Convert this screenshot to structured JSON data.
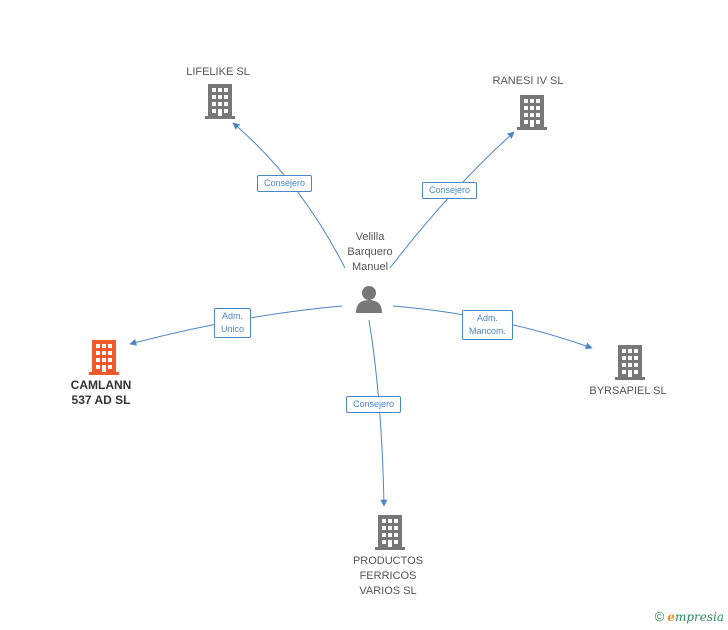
{
  "center": {
    "label": "Velilla\nBarquero\nManuel",
    "icon": "person-icon"
  },
  "companies": {
    "lifelike": {
      "label": "LIFELIKE SL",
      "icon": "building-icon"
    },
    "ranesi": {
      "label": "RANESI IV SL",
      "icon": "building-icon"
    },
    "camlann": {
      "label": "CAMLANN\n537 AD SL",
      "icon": "building-icon",
      "color": "#f05a2a"
    },
    "byrsapiel": {
      "label": "BYRSAPIEL SL",
      "icon": "building-icon"
    },
    "productos": {
      "label": "PRODUCTOS\nFERRICOS\nVARIOS  SL",
      "icon": "building-icon"
    }
  },
  "relations": {
    "lifelike": "Consejero",
    "ranesi": "Consejero",
    "camlann": "Adm.\nUnico",
    "byrsapiel": "Adm.\nMancom.",
    "productos": "Consejero"
  },
  "colors": {
    "edge": "#4a86c8",
    "building": "#777777",
    "highlight": "#f05a2a"
  },
  "footer": {
    "copyright": "©",
    "brand_e": "e",
    "brand_rest": "mpresia"
  }
}
